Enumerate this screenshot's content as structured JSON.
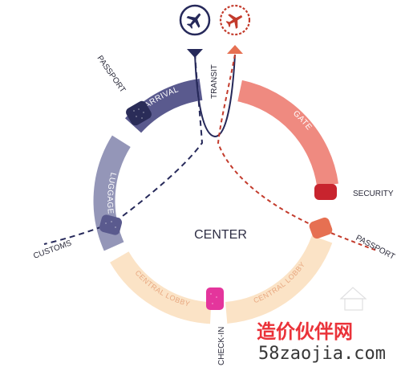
{
  "center_label": "CENTER",
  "segments": {
    "arrival": {
      "label": "ARRIVAL",
      "color": "#5a5a8e"
    },
    "luggage": {
      "label": "LUGGAGE",
      "color": "#9496b8"
    },
    "gate": {
      "label": "GATE",
      "color": "#ef8a80"
    },
    "central_lobby_left": {
      "label": "CENTRAL LOBBY",
      "color": "#fbe3c6"
    },
    "central_lobby_right": {
      "label": "CENTRAL LOBBY",
      "color": "#fbe3c6"
    }
  },
  "nodes": {
    "passport_in": {
      "label": "PASSPORT",
      "color": "#2a2c58"
    },
    "customs": {
      "label": "CUSTOMS",
      "color": "#5a5a8e"
    },
    "security": {
      "label": "SECURITY",
      "color": "#c8242e"
    },
    "passport_out": {
      "label": "PASSPORT",
      "color": "#e67052"
    },
    "check_in": {
      "label": "CHECK-IN",
      "color": "#e4359c"
    }
  },
  "transit_label": "TRANSIT",
  "icons": {
    "arrival_plane": {
      "name": "arrival-plane-icon",
      "color": "#26295a"
    },
    "departure_plane": {
      "name": "departure-plane-icon",
      "color": "#c33b2c"
    }
  },
  "watermark": {
    "chinese": "造价伙伴网",
    "url": "58zaojia.com"
  }
}
